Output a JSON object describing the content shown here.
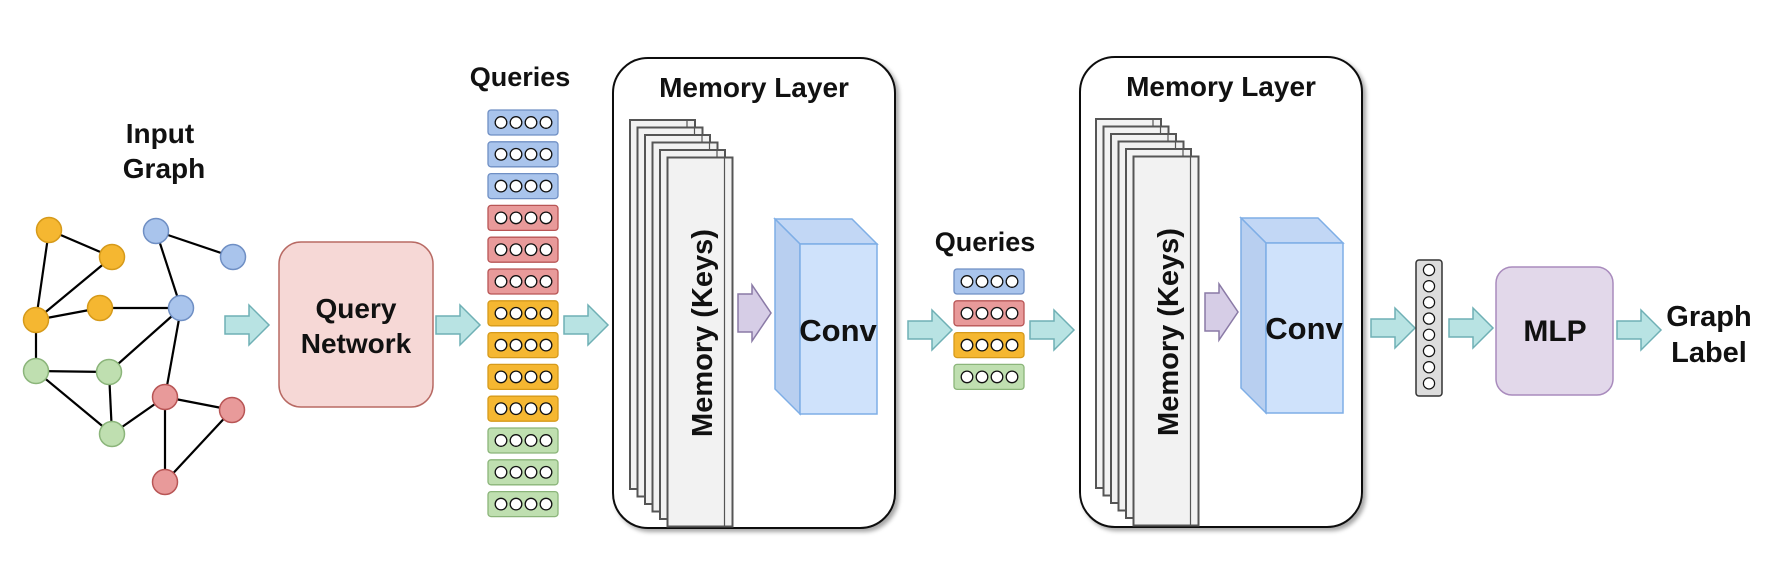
{
  "labels": {
    "input_graph_line1": "Input",
    "input_graph_line2": "Graph",
    "query_network_line1": "Query",
    "query_network_line2": "Network",
    "queries_top": "Queries",
    "queries_mid": "Queries",
    "memory_layer_1": "Memory Layer",
    "memory_layer_2": "Memory Layer",
    "memory_keys_1": "Memory (Keys)",
    "memory_keys_2": "Memory (Keys)",
    "conv_1": "Conv",
    "conv_2": "Conv",
    "mlp": "MLP",
    "graph_label_line1": "Graph",
    "graph_label_line2": "Label"
  },
  "colors": {
    "yellow_fill": "#f5b731",
    "yellow_stroke": "#d69a1a",
    "blue_fill": "#a9c4ec",
    "blue_stroke": "#6f8fc4",
    "green_fill": "#bfdfb0",
    "green_stroke": "#8bb57a",
    "red_fill": "#e89a9a",
    "red_stroke": "#b85555",
    "query_net_fill": "#f6d8d6",
    "query_net_stroke": "#b86a64",
    "arrow_fill": "#b8e3e3",
    "arrow_stroke": "#6fb0b5",
    "conv_fill": "#cfe2fb",
    "conv_stroke": "#7eaee6",
    "mlp_fill": "#e2d8ea",
    "mlp_stroke": "#a98bbd",
    "small_arrow_fill": "#d6cde6",
    "small_arrow_stroke": "#8a7aa6"
  },
  "query_stacks": {
    "top": [
      "blue",
      "blue",
      "blue",
      "red",
      "red",
      "red",
      "yellow",
      "yellow",
      "yellow",
      "yellow",
      "green",
      "green",
      "green"
    ],
    "mid": [
      "blue",
      "red",
      "yellow",
      "green"
    ]
  },
  "graph": {
    "node_colors": [
      "yellow",
      "yellow",
      "yellow",
      "yellow",
      "blue",
      "blue",
      "blue",
      "green",
      "green",
      "green",
      "red",
      "red",
      "red"
    ]
  },
  "output_vector_cells": 8
}
